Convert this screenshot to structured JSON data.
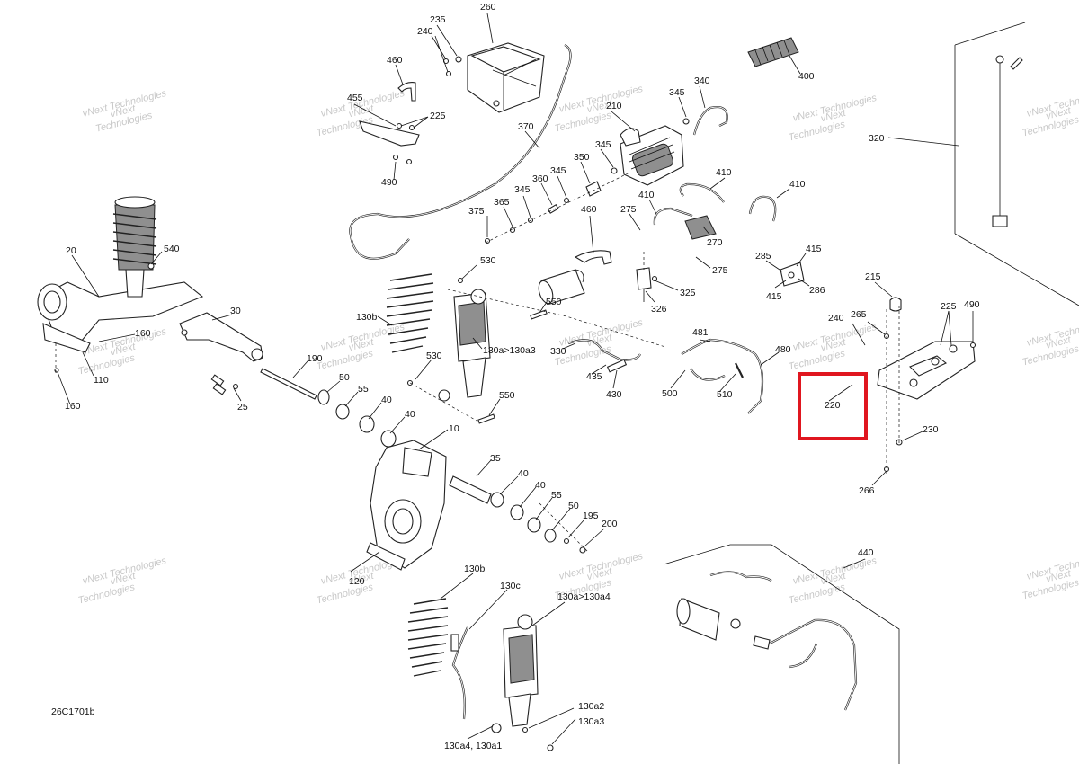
{
  "diagram_ref": "26C1701b",
  "watermark_text": [
    "vNext",
    "Technologies",
    "vNext Technologies"
  ],
  "highlight": {
    "label": "220",
    "color": "#e0161f"
  },
  "labels": [
    "235",
    "260",
    "240",
    "460",
    "455",
    "225",
    "490",
    "370",
    "210",
    "345",
    "340",
    "400",
    "320",
    "350",
    "345",
    "360",
    "345",
    "365",
    "345",
    "375",
    "530",
    "460",
    "275",
    "410",
    "410",
    "410",
    "270",
    "275",
    "285",
    "415",
    "325",
    "326",
    "415",
    "286",
    "215",
    "240",
    "265",
    "225",
    "490",
    "20",
    "540",
    "30",
    "130b",
    "550",
    "130a>130a3",
    "330",
    "435",
    "430",
    "481",
    "480",
    "500",
    "510",
    "160",
    "110",
    "160",
    "190",
    "25",
    "50",
    "55",
    "40",
    "40",
    "530",
    "550",
    "10",
    "35",
    "40",
    "40",
    "55",
    "50",
    "195",
    "200",
    "230",
    "266",
    "440",
    "130b",
    "130c",
    "130a>130a4",
    "120",
    "130a2",
    "130a3",
    "130a4, 130a1"
  ]
}
